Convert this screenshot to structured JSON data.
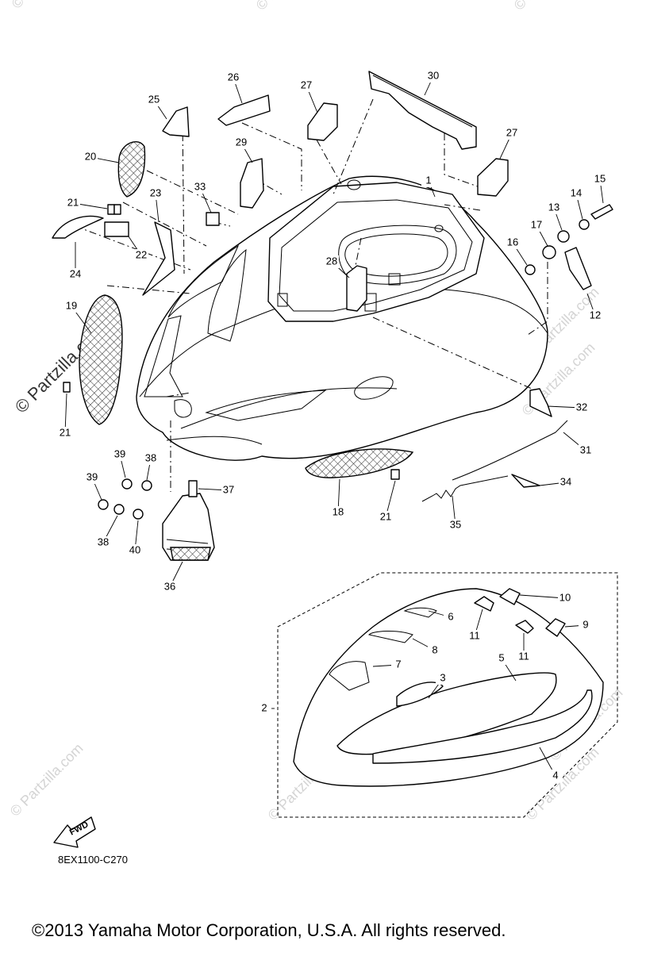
{
  "diagram": {
    "part_numbers": [
      "1",
      "2",
      "3",
      "4",
      "5",
      "6",
      "7",
      "8",
      "9",
      "10",
      "11",
      "11",
      "12",
      "13",
      "14",
      "15",
      "16",
      "17",
      "18",
      "19",
      "20",
      "21",
      "21",
      "21",
      "22",
      "23",
      "24",
      "25",
      "26",
      "27",
      "27",
      "28",
      "29",
      "30",
      "31",
      "32",
      "33",
      "34",
      "35",
      "36",
      "37",
      "38",
      "38",
      "39",
      "39",
      "40"
    ],
    "fwd_label": "FWD",
    "diagram_code": "8EX1100-C270",
    "watermark_main": "© Partzilla.com",
    "watermark_repeat": "© Partzilla.com",
    "copyright": "©2013 Yamaha Motor Corporation, U.S.A. All rights reserved."
  }
}
